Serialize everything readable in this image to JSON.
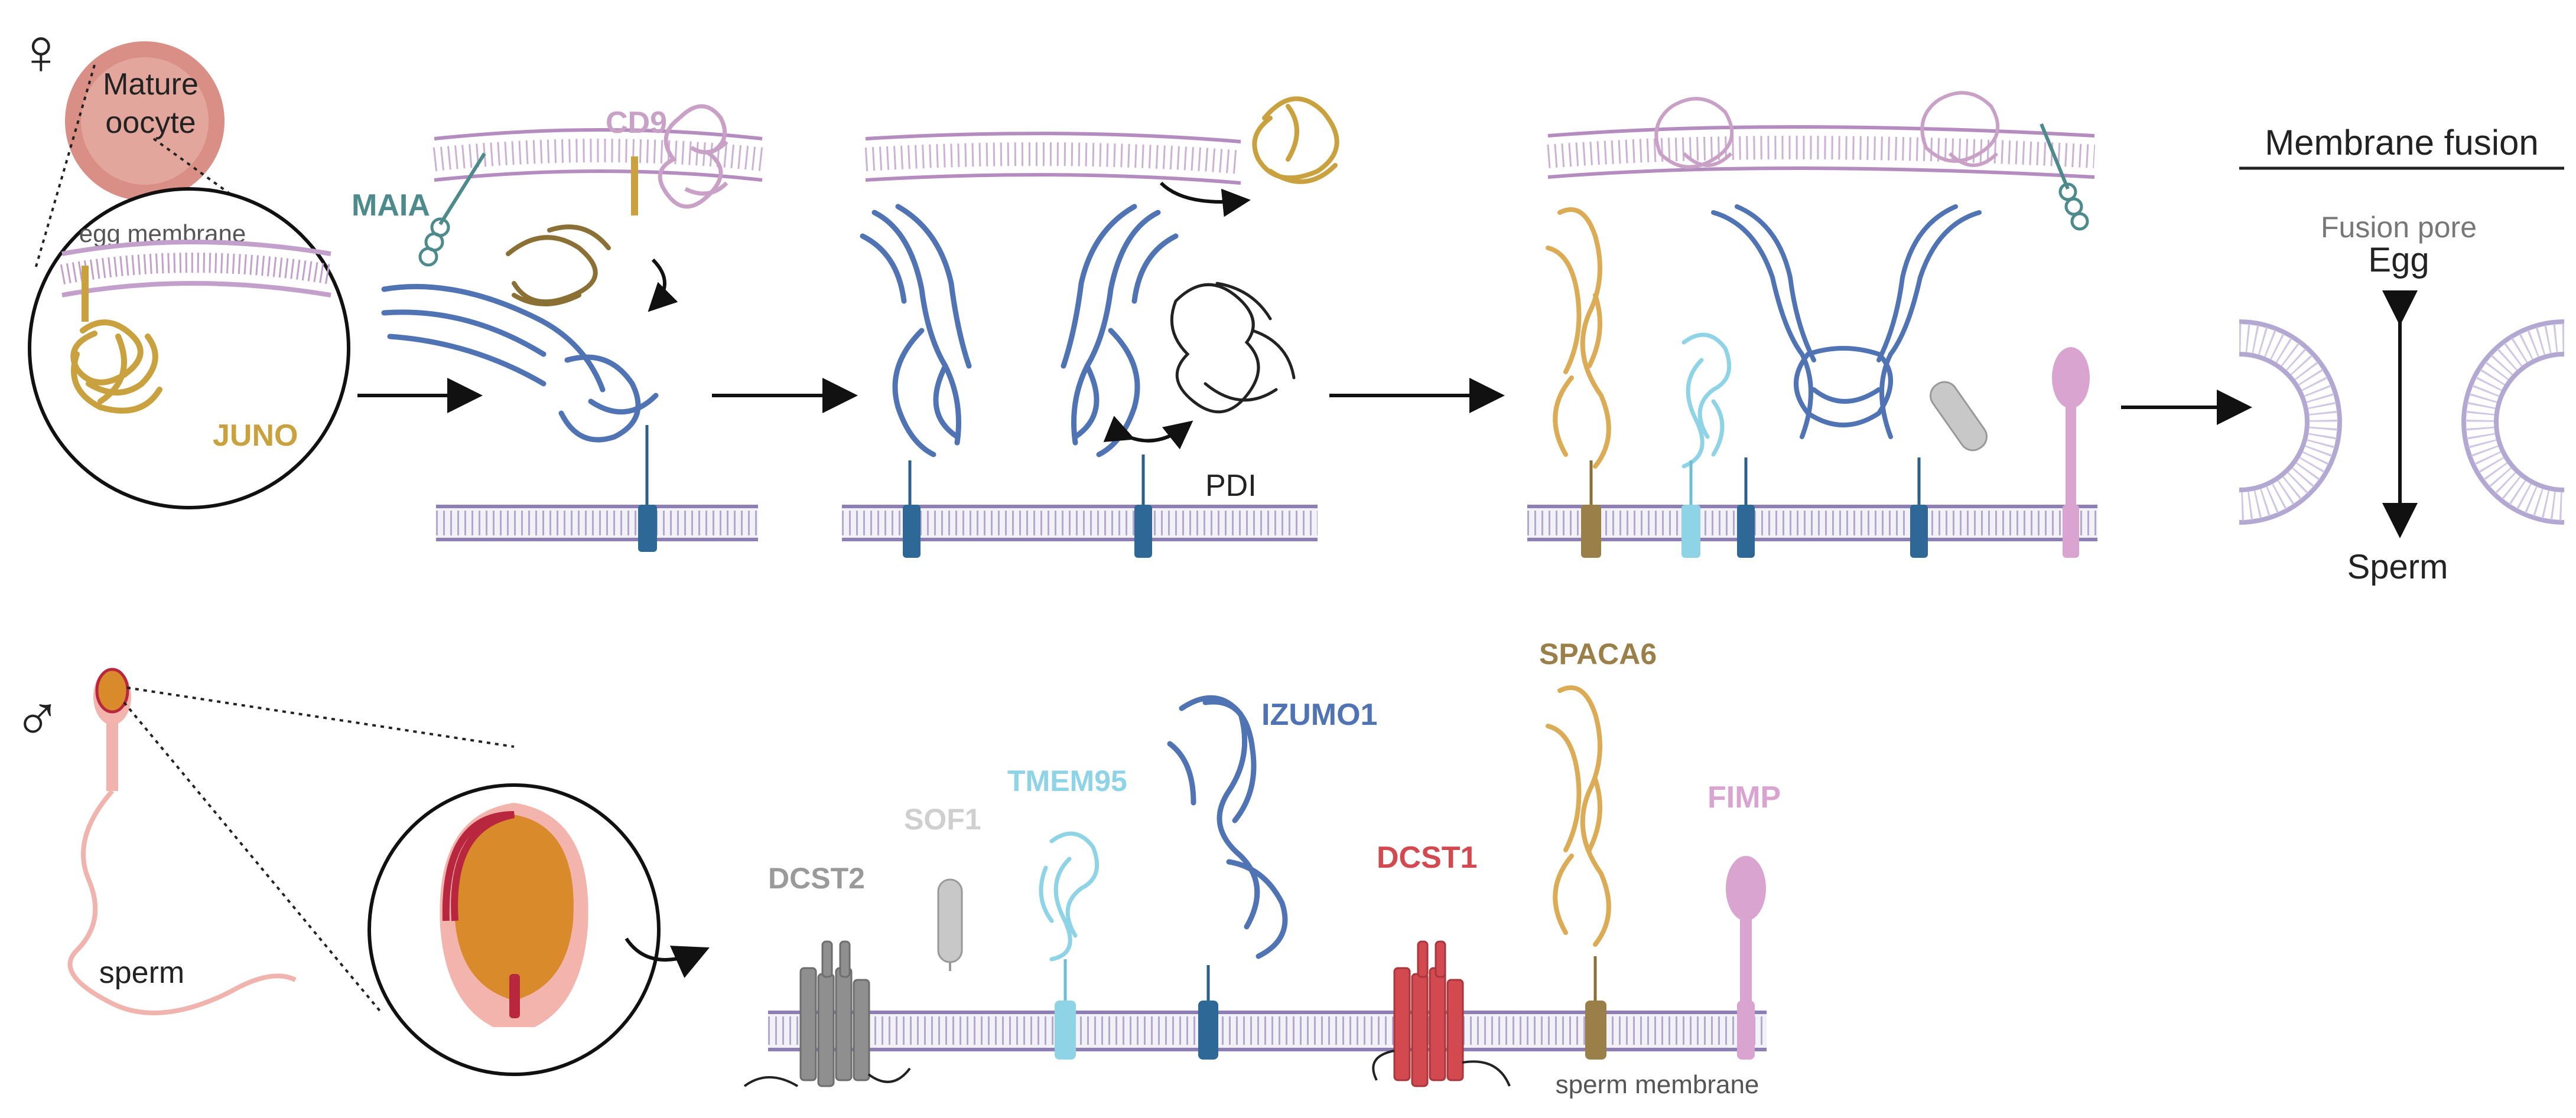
{
  "symbols": {
    "female": "♀",
    "male": "♂"
  },
  "oocyte": {
    "label_line1": "Mature",
    "label_line2": "oocyte"
  },
  "egg_membrane_label": "egg membrane",
  "sperm_label": "sperm",
  "sperm_membrane_label": "sperm membrane",
  "pdi_label": "PDI",
  "proteins": {
    "cd9": "CD9",
    "maia": "MAIA",
    "juno": "JUNO",
    "dcst2": "DCST2",
    "sof1": "SOF1",
    "tmem95": "TMEM95",
    "izumo1": "IZUMO1",
    "dcst1": "DCST1",
    "spaca6": "SPACA6",
    "fimp": "FIMP"
  },
  "fusion": {
    "heading": "Membrane fusion",
    "pore_label": "Fusion pore",
    "egg_label": "Egg",
    "sperm_label": "Sperm"
  },
  "colors": {
    "cd9": "#c9a0c6",
    "maia": "#4d8a8c",
    "juno": "#c9a13e",
    "dcst2": "#9a9a9a",
    "sof1": "#c8c8c8",
    "tmem95": "#8fd3e6",
    "izumo1": "#4f73b3",
    "dcst1": "#d24a4f",
    "spaca6": "#9a8048",
    "fimp": "#d9a4cf",
    "pdi": "#222222",
    "membrane": "#8d7fb6",
    "egg_membrane": "#b58cc0"
  }
}
